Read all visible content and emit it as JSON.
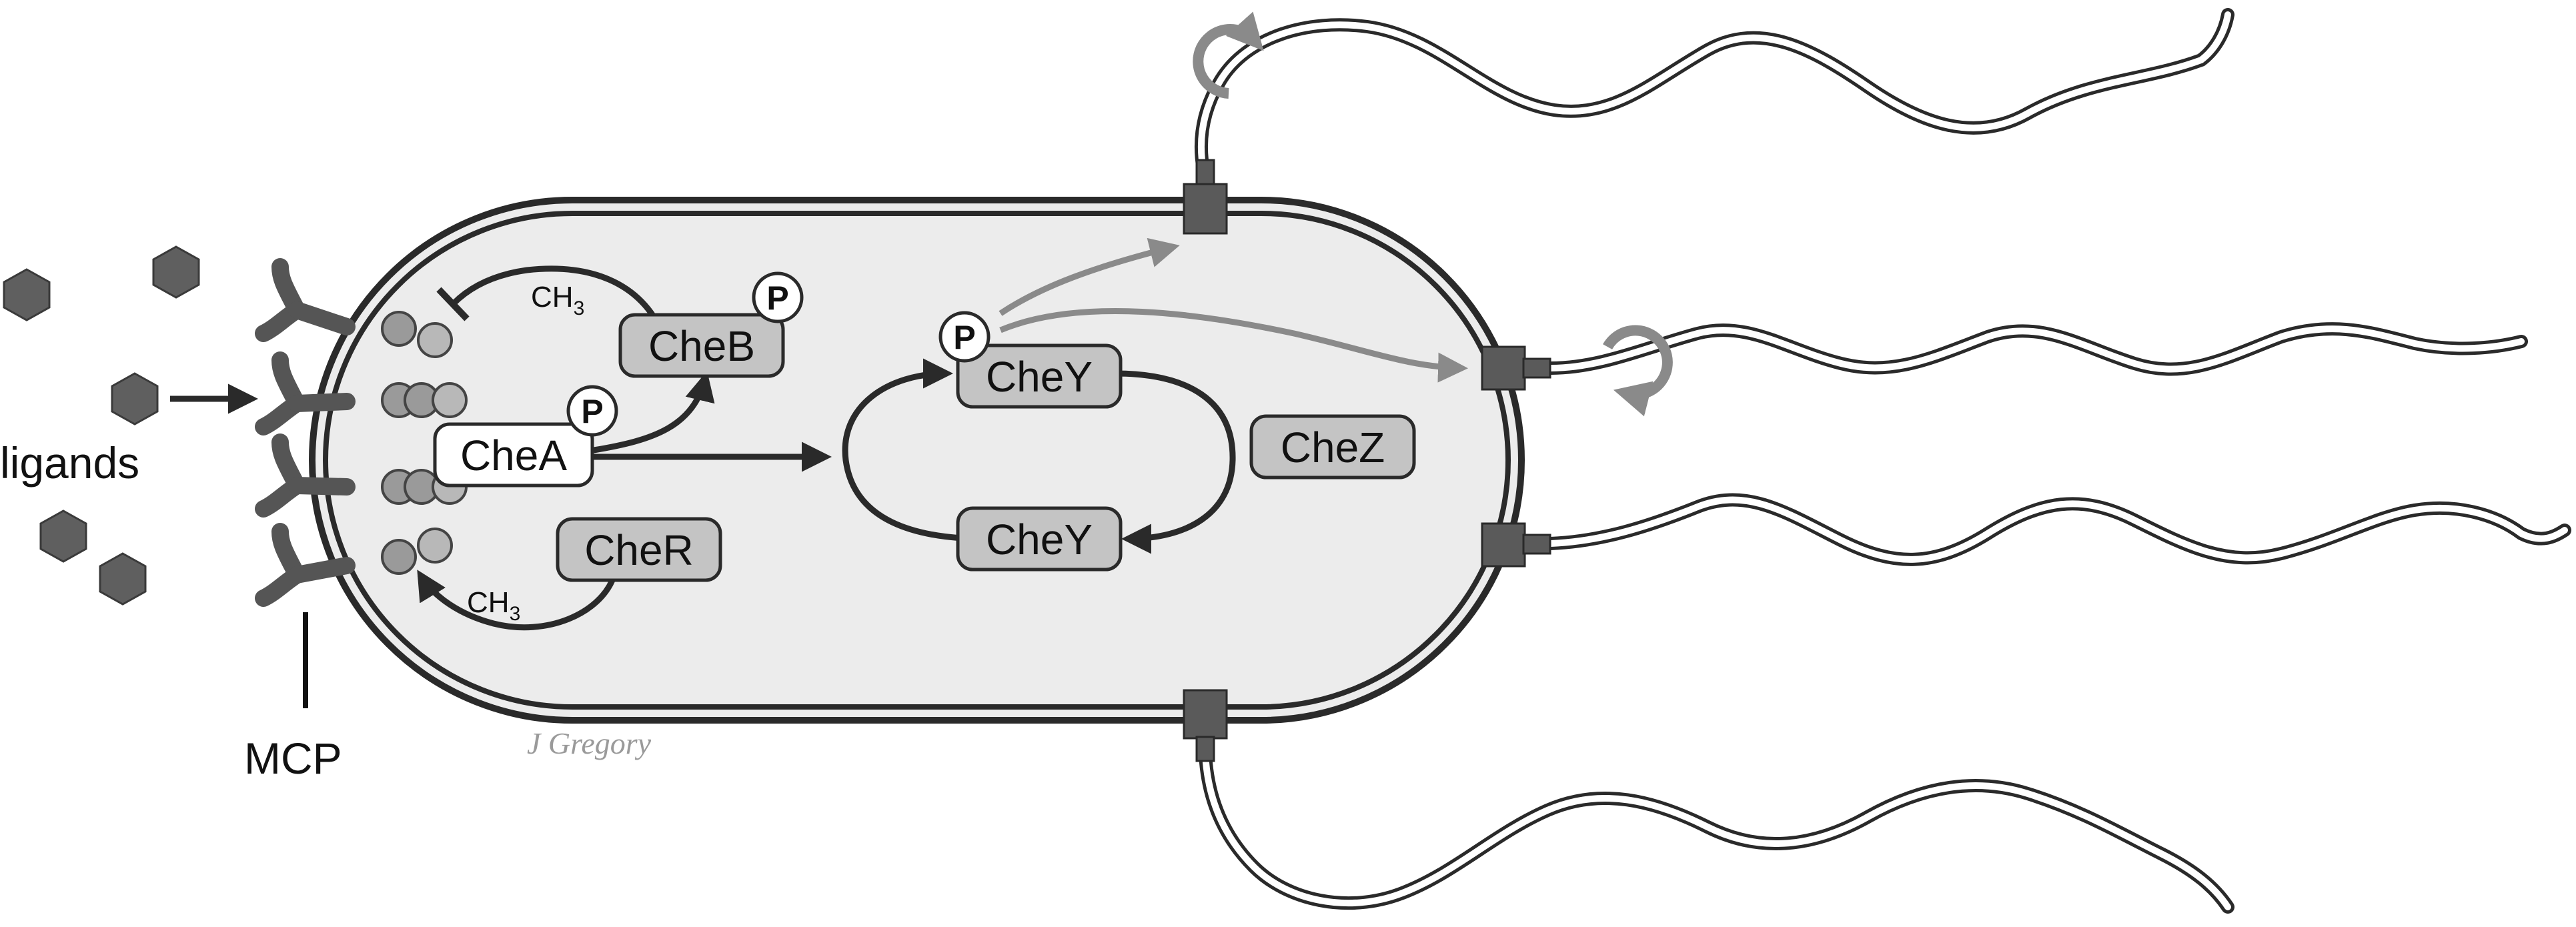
{
  "colors": {
    "cell_fill": "#ececec",
    "membrane": "#2a2a2a",
    "protein_fill": "#c4c4c4",
    "receptor": "#555555",
    "ligand": "#5f5f5f",
    "gray_arrow": "#8a8a8a",
    "motor": "#5a5a5a"
  },
  "labels": {
    "ligands": "ligands",
    "mcp": "MCP",
    "signature": "J Gregory"
  },
  "proteins": {
    "cheA": "CheA",
    "cheB": "CheB",
    "cheR": "CheR",
    "cheY_top": "CheY",
    "cheY_bottom": "CheY",
    "cheZ": "CheZ"
  },
  "methyl": {
    "top": {
      "base": "CH",
      "sub": "3"
    },
    "bottom": {
      "base": "CH",
      "sub": "3"
    }
  },
  "phospho": {
    "cheA_p": "P",
    "cheB_p": "P",
    "cheY_p": "P"
  },
  "icons": {
    "ligand": "hexagon-icon",
    "rotation": "rotation-arrow-icon",
    "motor": "flagellar-motor-icon"
  }
}
